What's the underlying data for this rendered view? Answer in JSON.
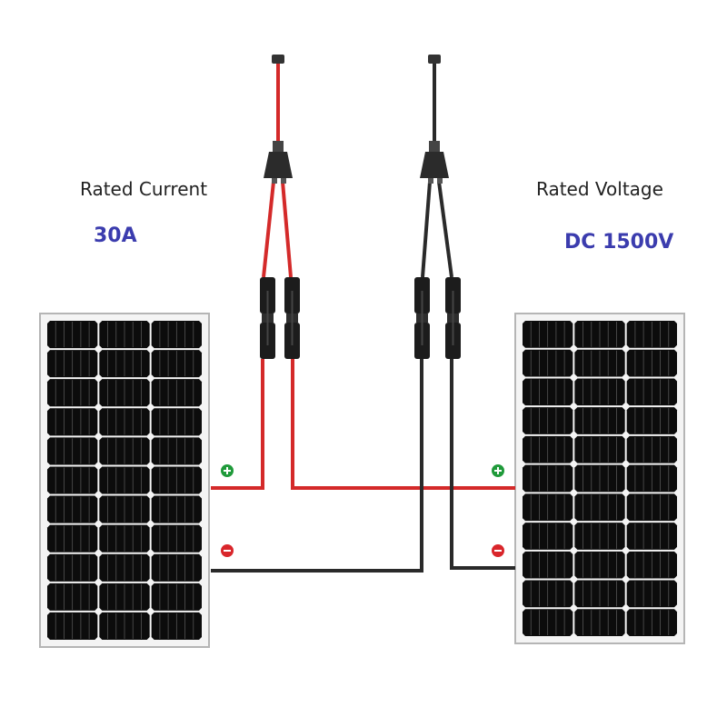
{
  "labels": {
    "current_title": "Rated Current",
    "current_value": "30A",
    "voltage_title": "Rated Voltage",
    "voltage_value": "DC 1500V"
  },
  "panels": {
    "count": 2,
    "cell_columns": 3,
    "cell_rows": 11
  },
  "colors": {
    "positive_wire": "#d42a2a",
    "negative_wire": "#2a2a2a",
    "positive_badge": "#1f9a3a",
    "negative_badge": "#d9262b",
    "value_text": "#3b3cae"
  },
  "terminals": {
    "positive_icon": "plus-icon",
    "negative_icon": "minus-icon"
  }
}
